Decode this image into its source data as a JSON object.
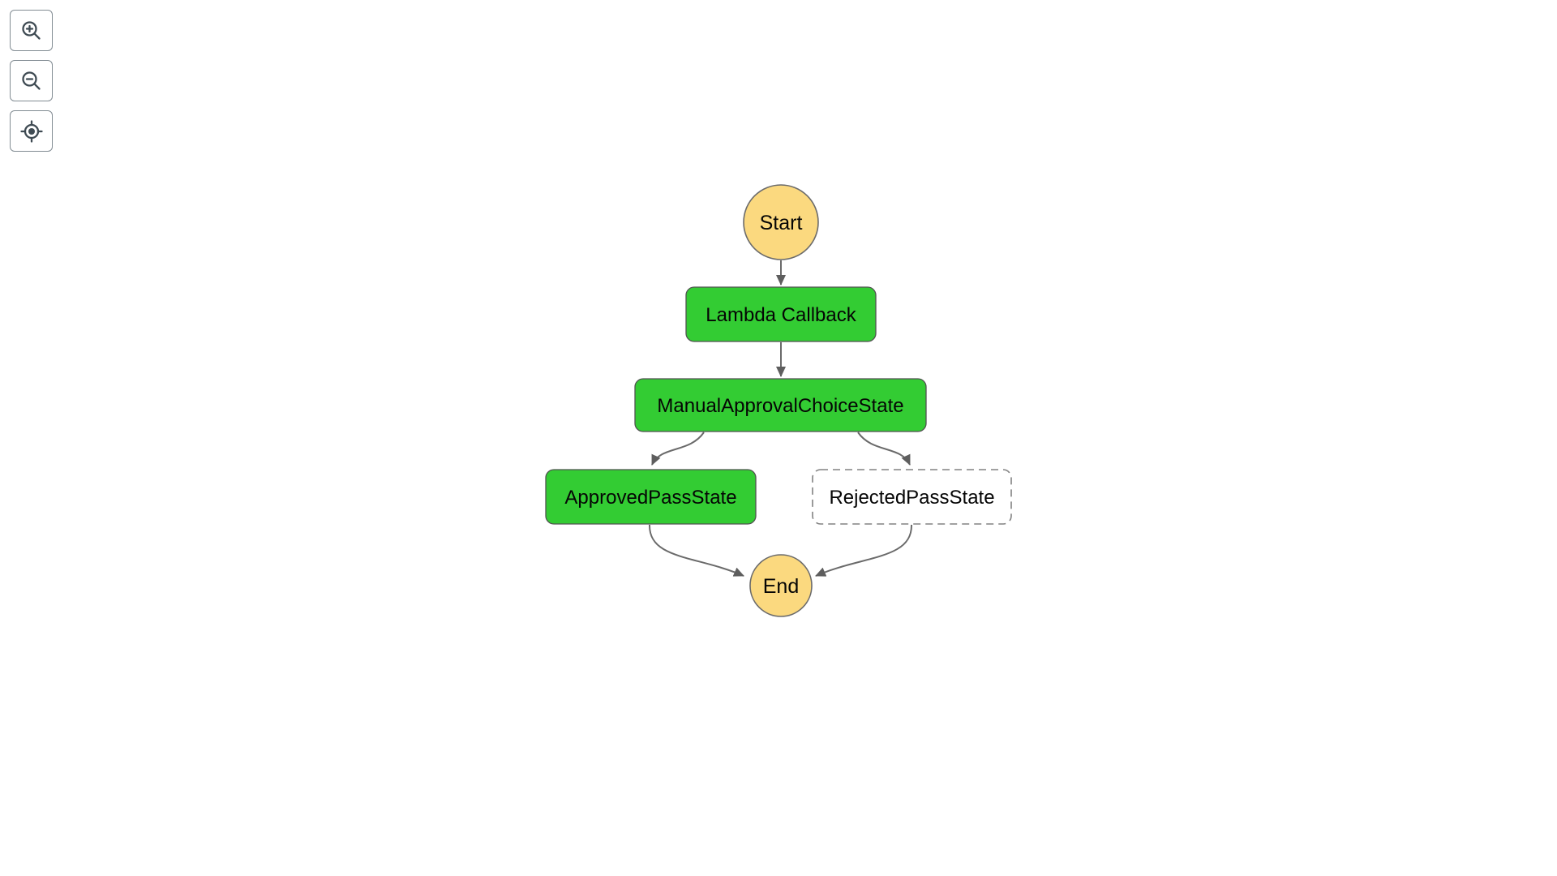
{
  "toolbar": {
    "buttons": [
      {
        "id": "zoom-in",
        "icon": "magnifier-plus-icon"
      },
      {
        "id": "zoom-out",
        "icon": "magnifier-minus-icon"
      },
      {
        "id": "center-view",
        "icon": "crosshair-target-icon"
      }
    ]
  },
  "diagram": {
    "nodes": [
      {
        "id": "start",
        "label": "Start",
        "shape": "circle",
        "fill": "#fbd97f"
      },
      {
        "id": "lambda-callback",
        "label": "Lambda Callback",
        "shape": "rounded-rect",
        "fill": "#33cc33"
      },
      {
        "id": "manual-approval-choice-state",
        "label": "ManualApprovalChoiceState",
        "shape": "rounded-rect",
        "fill": "#33cc33"
      },
      {
        "id": "approved-pass-state",
        "label": "ApprovedPassState",
        "shape": "rounded-rect",
        "fill": "#33cc33"
      },
      {
        "id": "rejected-pass-state",
        "label": "RejectedPassState",
        "shape": "rounded-rect-dashed",
        "fill": "#ffffff"
      },
      {
        "id": "end",
        "label": "End",
        "shape": "circle",
        "fill": "#fbd97f"
      }
    ],
    "edges": [
      {
        "from": "start",
        "to": "lambda-callback"
      },
      {
        "from": "lambda-callback",
        "to": "manual-approval-choice-state"
      },
      {
        "from": "manual-approval-choice-state",
        "to": "approved-pass-state"
      },
      {
        "from": "manual-approval-choice-state",
        "to": "rejected-pass-state"
      },
      {
        "from": "approved-pass-state",
        "to": "end"
      },
      {
        "from": "rejected-pass-state",
        "to": "end"
      }
    ],
    "colors": {
      "state_green": "#33cc33",
      "terminal_yellow": "#fbd97f",
      "edge_gray": "#6a6a6a",
      "node_border_gray": "#6b6b6b",
      "dashed_border_gray": "#828282",
      "label_black": "#050505",
      "background": "#ffffff"
    }
  }
}
